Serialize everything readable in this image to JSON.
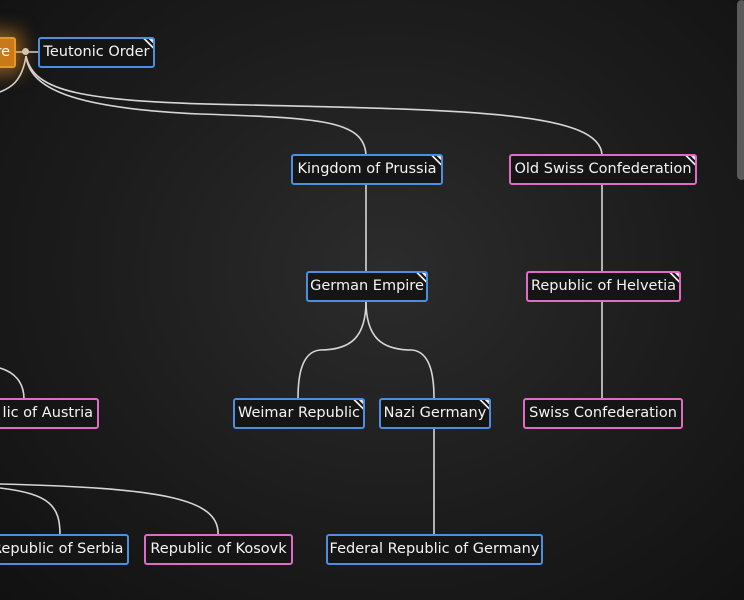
{
  "diagram": {
    "nodes": [
      {
        "id": "n0",
        "label": "Holy Roman Empire",
        "visible_text": "re",
        "color": "orange"
      },
      {
        "id": "n1",
        "label": "Teutonic Order",
        "color": "blue",
        "folded": true
      },
      {
        "id": "n2",
        "label": "Kingdom of Prussia",
        "color": "blue",
        "folded": true
      },
      {
        "id": "n3",
        "label": "Old Swiss Confederation",
        "color": "pink",
        "folded": true
      },
      {
        "id": "n4",
        "label": "German Empire",
        "color": "blue",
        "folded": true
      },
      {
        "id": "n5",
        "label": "Republic of Helvetia",
        "color": "pink",
        "folded": true
      },
      {
        "id": "n6",
        "label": "Weimar Republic",
        "color": "blue",
        "folded": true
      },
      {
        "id": "n7",
        "label": "Nazi Germany",
        "color": "blue",
        "folded": true
      },
      {
        "id": "n8",
        "label": "Swiss Confederation",
        "color": "pink"
      },
      {
        "id": "n9",
        "label": "lic of Austria",
        "color": "pink"
      },
      {
        "id": "n10",
        "label": "Republic of Serbia",
        "color": "blue"
      },
      {
        "id": "n11",
        "label": "Republic of Kosovk",
        "color": "pink"
      },
      {
        "id": "n12",
        "label": "Federal Republic of Germany",
        "color": "blue"
      }
    ],
    "colors": {
      "blue": "#4c8fe0",
      "pink": "#df6bc4",
      "orange": "#e89822",
      "edge": "#d6d6d6"
    }
  }
}
